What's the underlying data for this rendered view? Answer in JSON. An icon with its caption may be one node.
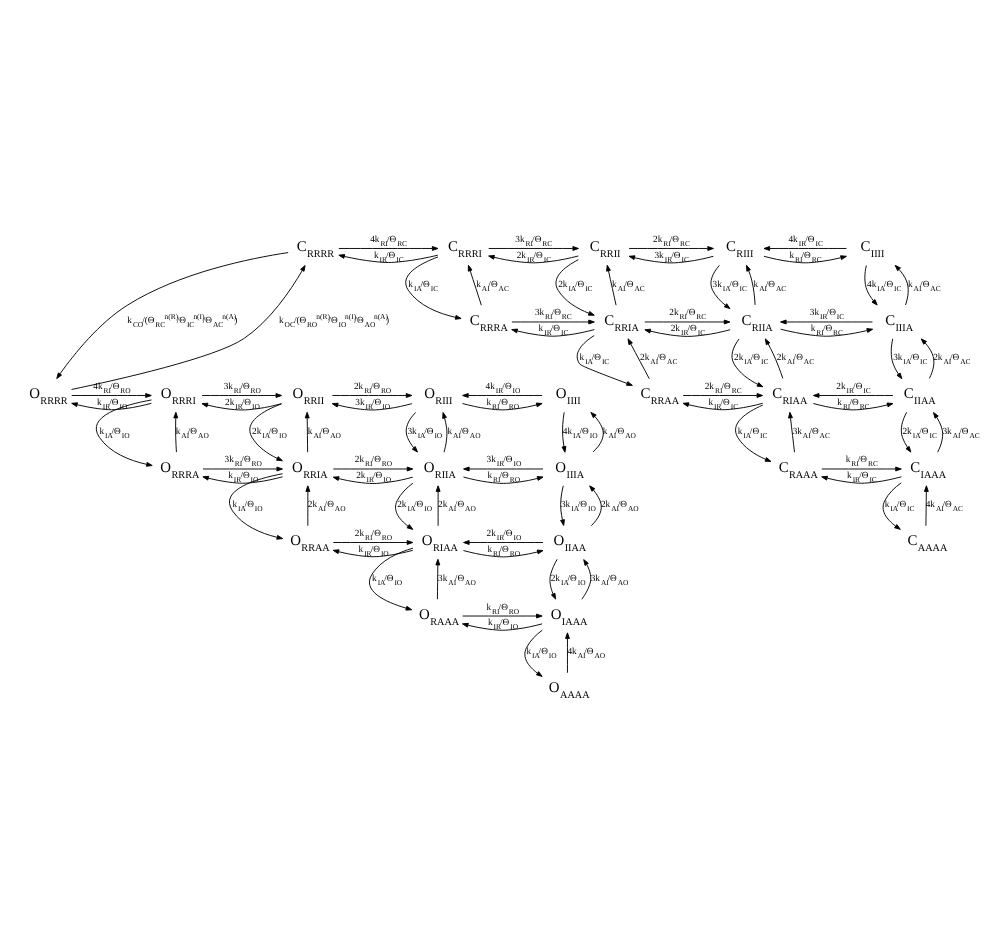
{
  "diagram": {
    "nodes": [
      {
        "text": [
          "C$_{RRRR}$"
        ]
      },
      {
        "text": [
          "C$_{RRRI}$"
        ]
      },
      {
        "text": [
          "C$_{RRII}$"
        ]
      },
      {
        "text": [
          "C$_{RIII}$"
        ]
      },
      {
        "text": [
          "C$_{IIII}$"
        ]
      },
      {
        "text": [
          "C$_{RRRA}$"
        ]
      },
      {
        "text": [
          "C$_{RRIA}$"
        ]
      },
      {
        "text": [
          "C$_{RIIA}$"
        ]
      },
      {
        "text": [
          "C$_{IIIA}$"
        ]
      },
      {
        "text": [
          "C$_{RRAA}$"
        ]
      },
      {
        "text": [
          "C$_{RIAA}$"
        ]
      },
      {
        "text": [
          "C$_{IIAA}$"
        ]
      },
      {
        "text": [
          "C$_{RAAA}$"
        ]
      },
      {
        "text": [
          "C$_{IAAA}$"
        ]
      },
      {
        "text": [
          "C$_{AAAA}$"
        ]
      },
      {
        "text": [
          "O$_{RRRR}$"
        ]
      },
      {
        "text": [
          "O$_{RRRI}$"
        ]
      },
      {
        "text": [
          "O$_{RRII}$"
        ]
      },
      {
        "text": [
          "O$_{RIII}$"
        ]
      },
      {
        "text": [
          "O$_{IIII}$"
        ]
      },
      {
        "text": [
          "O$_{RRRA}$"
        ]
      },
      {
        "text": [
          "O$_{RRIA}$"
        ]
      },
      {
        "text": [
          "O$_{RIIA}$"
        ]
      },
      {
        "text": [
          "O$_{IIIA}$"
        ]
      },
      {
        "text": [
          "O$_{RRAA}$"
        ]
      },
      {
        "text": [
          "O$_{RIAA}$"
        ]
      },
      {
        "text": [
          "O$_{IIAA}$"
        ]
      },
      {
        "text": [
          "O$_{RAAA}$"
        ]
      },
      {
        "text": [
          "O$_{IAAA}$"
        ]
      },
      {
        "text": [
          "O$_{AAAA}$"
        ]
      }
    ],
    "edges": [
      {
        "from": 0,
        "to": 15,
        "arrow": "to",
        "label": "k$_{CO}$/(Θ$_{RC}$$^{n(R)}$/Θ$_{IC}$$^{n(I)}$/Θ$_{AC}$$^{n(A)}$)"
      },
      {
        "from": 15,
        "to": 0,
        "arrow": "to",
        "label": "k$_{OC}$/(Θ$_{RO}$$^{n(R)}$/Θ$_{IO}$$^{n(I)}$/Θ$_{AO}$$^{n(A)}$)"
      },
      {
        "from": 0,
        "to": 1,
        "arrow": "to",
        "label": "4k$_{RI}$/Θ$_{RC}$"
      },
      {
        "from": 1,
        "to": 0,
        "arrow": "to",
        "label": "k$_{IR}$/Θ$_{IC}$"
      },
      {
        "from": 1,
        "to": 2,
        "arrow": "to",
        "label": "3k$_{RI}$/Θ$_{RC}$"
      },
      {
        "from": 2,
        "to": 1,
        "arrow": "to",
        "label": "2k$_{IR}$/Θ$_{IC}$"
      },
      {
        "from": 2,
        "to": 3,
        "arrow": "to",
        "label": "2k$_{RI}$/Θ$_{RC}$"
      },
      {
        "from": 3,
        "to": 2,
        "arrow": "to",
        "label": "3k$_{IR}$/Θ$_{IC}$"
      },
      {
        "from": 3,
        "to": 4,
        "arrow": "to",
        "label": "k$_{RI}$/Θ$_{RC}$"
      },
      {
        "from": 4,
        "to": 3,
        "arrow": "to",
        "label": "4k$_{IR}$/Θ$_{IC}$"
      },
      {
        "from": 1,
        "to": 5,
        "arrow": "to",
        "label": "k$_{IA}$/Θ$_{IC}$"
      },
      {
        "from": 5,
        "to": 1,
        "arrow": "to",
        "label": "k$_{AI}$/Θ$_{AC}$"
      },
      {
        "from": 2,
        "to": 6,
        "arrow": "to",
        "label": "2k$_{IA}$/Θ$_{IC}$"
      },
      {
        "from": 6,
        "to": 2,
        "arrow": "to",
        "label": "k$_{AI}$/Θ$_{AC}$"
      },
      {
        "from": 3,
        "to": 7,
        "arrow": "to",
        "label": "3k$_{IA}$/Θ$_{IC}$"
      },
      {
        "from": 7,
        "to": 3,
        "arrow": "to",
        "label": "k$_{AI}$/Θ$_{AC}$"
      },
      {
        "from": 4,
        "to": 8,
        "arrow": "to",
        "label": "4k$_{IA}$/Θ$_{IC}$"
      },
      {
        "from": 8,
        "to": 4,
        "arrow": "to",
        "label": "k$_{AI}$/Θ$_{AC}$"
      },
      {
        "from": 5,
        "to": 6,
        "arrow": "to",
        "label": "3k$_{RI}$/Θ$_{RC}$"
      },
      {
        "from": 6,
        "to": 5,
        "arrow": "to",
        "label": "k$_{IR}$/Θ$_{IC}$"
      },
      {
        "from": 6,
        "to": 7,
        "arrow": "to",
        "label": "2k$_{RI}$/Θ$_{RC}$"
      },
      {
        "from": 7,
        "to": 6,
        "arrow": "to",
        "label": "2k$_{IR}$/Θ$_{IC}$"
      },
      {
        "from": 7,
        "to": 8,
        "arrow": "to",
        "label": "k$_{RI}$/Θ$_{RC}$"
      },
      {
        "from": 8,
        "to": 7,
        "arrow": "to",
        "label": "3k$_{IR}$/Θ$_{IC}$"
      },
      {
        "from": 6,
        "to": 9,
        "arrow": "to",
        "label": "k$_{IA}$/Θ$_{IC}$"
      },
      {
        "from": 9,
        "to": 6,
        "arrow": "to",
        "label": "2k$_{AI}$/Θ$_{AC}$"
      },
      {
        "from": 7,
        "to": 10,
        "arrow": "to",
        "label": "2k$_{IA}$/Θ$_{IC}$"
      },
      {
        "from": 10,
        "to": 7,
        "arrow": "to",
        "label": "2k$_{AI}$/Θ$_{AC}$"
      },
      {
        "from": 8,
        "to": 11,
        "arrow": "to",
        "label": "3k$_{IA}$/Θ$_{IC}$"
      },
      {
        "from": 11,
        "to": 8,
        "arrow": "to",
        "label": "2k$_{AI}$/Θ$_{AC}$"
      },
      {
        "from": 9,
        "to": 10,
        "arrow": "to",
        "label": "2k$_{RI}$/Θ$_{RC}$"
      },
      {
        "from": 10,
        "to": 9,
        "arrow": "to",
        "label": "k$_{IR}$/Θ$_{IC}$"
      },
      {
        "from": 10,
        "to": 11,
        "arrow": "to",
        "label": "k$_{RI}$/Θ$_{RC}$"
      },
      {
        "from": 11,
        "to": 10,
        "arrow": "to",
        "label": "2k$_{IR}$/Θ$_{IC}$"
      },
      {
        "from": 10,
        "to": 12,
        "arrow": "to",
        "label": "k$_{IA}$/Θ$_{IC}$"
      },
      {
        "from": 12,
        "to": 10,
        "arrow": "to",
        "label": "3k$_{AI}$/Θ$_{AC}$"
      },
      {
        "from": 11,
        "to": 13,
        "arrow": "to",
        "label": "2k$_{IA}$/Θ$_{IC}$"
      },
      {
        "from": 13,
        "to": 11,
        "arrow": "to",
        "label": "3k$_{AI}$/Θ$_{AC}$"
      },
      {
        "from": 12,
        "to": 13,
        "arrow": "to",
        "label": "k$_{RI}$/Θ$_{RC}$"
      },
      {
        "from": 13,
        "to": 12,
        "arrow": "to",
        "label": "k$_{IR}$/Θ$_{IC}$"
      },
      {
        "from": 13,
        "to": 14,
        "arrow": "to",
        "label": "k$_{IA}$/Θ$_{IC}$"
      },
      {
        "from": 14,
        "to": 13,
        "arrow": "to",
        "label": "4k$_{AI}$/Θ$_{AC}$"
      },
      {
        "from": 15,
        "to": 16,
        "arrow": "to",
        "label": "4k$_{RI}$/Θ$_{RO}$"
      },
      {
        "from": 16,
        "to": 15,
        "arrow": "to",
        "label": "k$_{IR}$/Θ$_{IO}$"
      },
      {
        "from": 16,
        "to": 17,
        "arrow": "to",
        "label": "3k$_{RI}$/Θ$_{RO}$"
      },
      {
        "from": 17,
        "to": 16,
        "arrow": "to",
        "label": "2k$_{IR}$/Θ$_{IO}$"
      },
      {
        "from": 17,
        "to": 18,
        "arrow": "to",
        "label": "2k$_{RI}$/Θ$_{RO}$"
      },
      {
        "from": 18,
        "to": 17,
        "arrow": "to",
        "label": "3k$_{IR}$/Θ$_{IO}$"
      },
      {
        "from": 18,
        "to": 19,
        "arrow": "to",
        "label": "k$_{RI}$/Θ$_{RO}$"
      },
      {
        "from": 19,
        "to": 18,
        "arrow": "to",
        "label": "4k$_{IR}$/Θ$_{IO}$"
      },
      {
        "from": 16,
        "to": 20,
        "arrow": "to",
        "label": "k$_{IA}$/Θ$_{IO}$"
      },
      {
        "from": 20,
        "to": 16,
        "arrow": "to",
        "label": "k$_{AI}$/Θ$_{AO}$"
      },
      {
        "from": 17,
        "to": 21,
        "arrow": "to",
        "label": "2k$_{IA}$/Θ$_{IO}$"
      },
      {
        "from": 21,
        "to": 17,
        "arrow": "to",
        "label": "k$_{AI}$/Θ$_{AO}$"
      },
      {
        "from": 18,
        "to": 22,
        "arrow": "to",
        "label": "3k$_{IA}$/Θ$_{IO}$"
      },
      {
        "from": 22,
        "to": 18,
        "arrow": "to",
        "label": "k$_{AI}$/Θ$_{AO}$"
      },
      {
        "from": 19,
        "to": 23,
        "arrow": "to",
        "label": "4k$_{IA}$/Θ$_{IO}$"
      },
      {
        "from": 23,
        "to": 19,
        "arrow": "to",
        "label": "k$_{AI}$/Θ$_{AO}$"
      },
      {
        "from": 20,
        "to": 21,
        "arrow": "to",
        "label": "3k$_{RI}$/Θ$_{RO}$"
      },
      {
        "from": 21,
        "to": 20,
        "arrow": "to",
        "label": "k$_{IR}$/Θ$_{IO}$"
      },
      {
        "from": 21,
        "to": 22,
        "arrow": "to",
        "label": "2k$_{RI}$/Θ$_{RO}$"
      },
      {
        "from": 22,
        "to": 21,
        "arrow": "to",
        "label": "2k$_{IR}$/Θ$_{IO}$"
      },
      {
        "from": 22,
        "to": 23,
        "arrow": "to",
        "label": "k$_{RI}$/Θ$_{RO}$"
      },
      {
        "from": 23,
        "to": 22,
        "arrow": "to",
        "label": "3k$_{IR}$/Θ$_{IO}$"
      },
      {
        "from": 21,
        "to": 24,
        "arrow": "to",
        "label": "k$_{IA}$/Θ$_{IO}$"
      },
      {
        "from": 24,
        "to": 21,
        "arrow": "to",
        "label": "2k$_{AI}$/Θ$_{AO}$"
      },
      {
        "from": 22,
        "to": 25,
        "arrow": "to",
        "label": "2k$_{IA}$/Θ$_{IO}$"
      },
      {
        "from": 25,
        "to": 22,
        "arrow": "to",
        "label": "2k$_{AI}$/Θ$_{AO}$"
      },
      {
        "from": 23,
        "to": 26,
        "arrow": "to",
        "label": "3k$_{IA}$/Θ$_{IO}$"
      },
      {
        "from": 26,
        "to": 23,
        "arrow": "to",
        "label": "2k$_{AI}$/Θ$_{AO}$"
      },
      {
        "from": 24,
        "to": 25,
        "arrow": "to",
        "label": "2k$_{RI}$/Θ$_{RO}$"
      },
      {
        "from": 25,
        "to": 24,
        "arrow": "to",
        "label": "k$_{IR}$/Θ$_{IO}$"
      },
      {
        "from": 25,
        "to": 26,
        "arrow": "to",
        "label": "k$_{RI}$/Θ$_{RO}$"
      },
      {
        "from": 26,
        "to": 25,
        "arrow": "to",
        "label": "2k$_{IR}$/Θ$_{IO}$"
      },
      {
        "from": 25,
        "to": 27,
        "arrow": "to",
        "label": "k$_{IA}$/Θ$_{IO}$"
      },
      {
        "from": 27,
        "to": 25,
        "arrow": "to",
        "label": "3k$_{AI}$/Θ$_{AO}$"
      },
      {
        "from": 26,
        "to": 28,
        "arrow": "to",
        "label": "2k$_{IA}$/Θ$_{IO}$"
      },
      {
        "from": 28,
        "to": 26,
        "arrow": "to",
        "label": "3k$_{AI}$/Θ$_{AO}$"
      },
      {
        "from": 27,
        "to": 28,
        "arrow": "to",
        "label": "k$_{RI}$/Θ$_{RO}$"
      },
      {
        "from": 28,
        "to": 27,
        "arrow": "to",
        "label": "k$_{IR}$/Θ$_{IO}$"
      },
      {
        "from": 28,
        "to": 29,
        "arrow": "to",
        "label": "k$_{IA}$/Θ$_{IO}$"
      },
      {
        "from": 29,
        "to": 28,
        "arrow": "to",
        "label": "4k$_{AI}$/Θ$_{AO}$"
      }
    ]
  }
}
